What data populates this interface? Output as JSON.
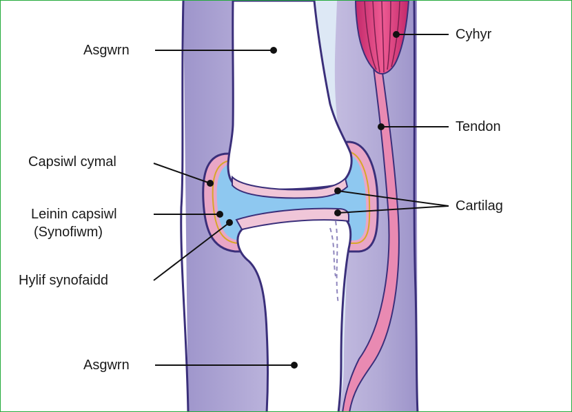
{
  "labels": {
    "asgwrn_top": "Asgwrn",
    "cyhyr": "Cyhyr",
    "tendon": "Tendon",
    "capsiwl_cymal": "Capsiwl cymal",
    "cartilag": "Cartilag",
    "leinin_capsiwl": "Leinin capsiwl",
    "synofiwm": "(Synofiwm)",
    "hylif_synofaidd": "Hylif synofaidd",
    "asgwrn_bottom": "Asgwrn"
  },
  "colors": {
    "border": "#22aa3a",
    "skin": "#b7afd6",
    "skin_edge": "#3a2f7a",
    "bone": "#ffffff",
    "fluid": "#8ec8f0",
    "cartilage": "#f0c6d8",
    "muscle": "#e0457f",
    "tendon": "#e98ab2",
    "periosteum": "#dde8f5"
  }
}
